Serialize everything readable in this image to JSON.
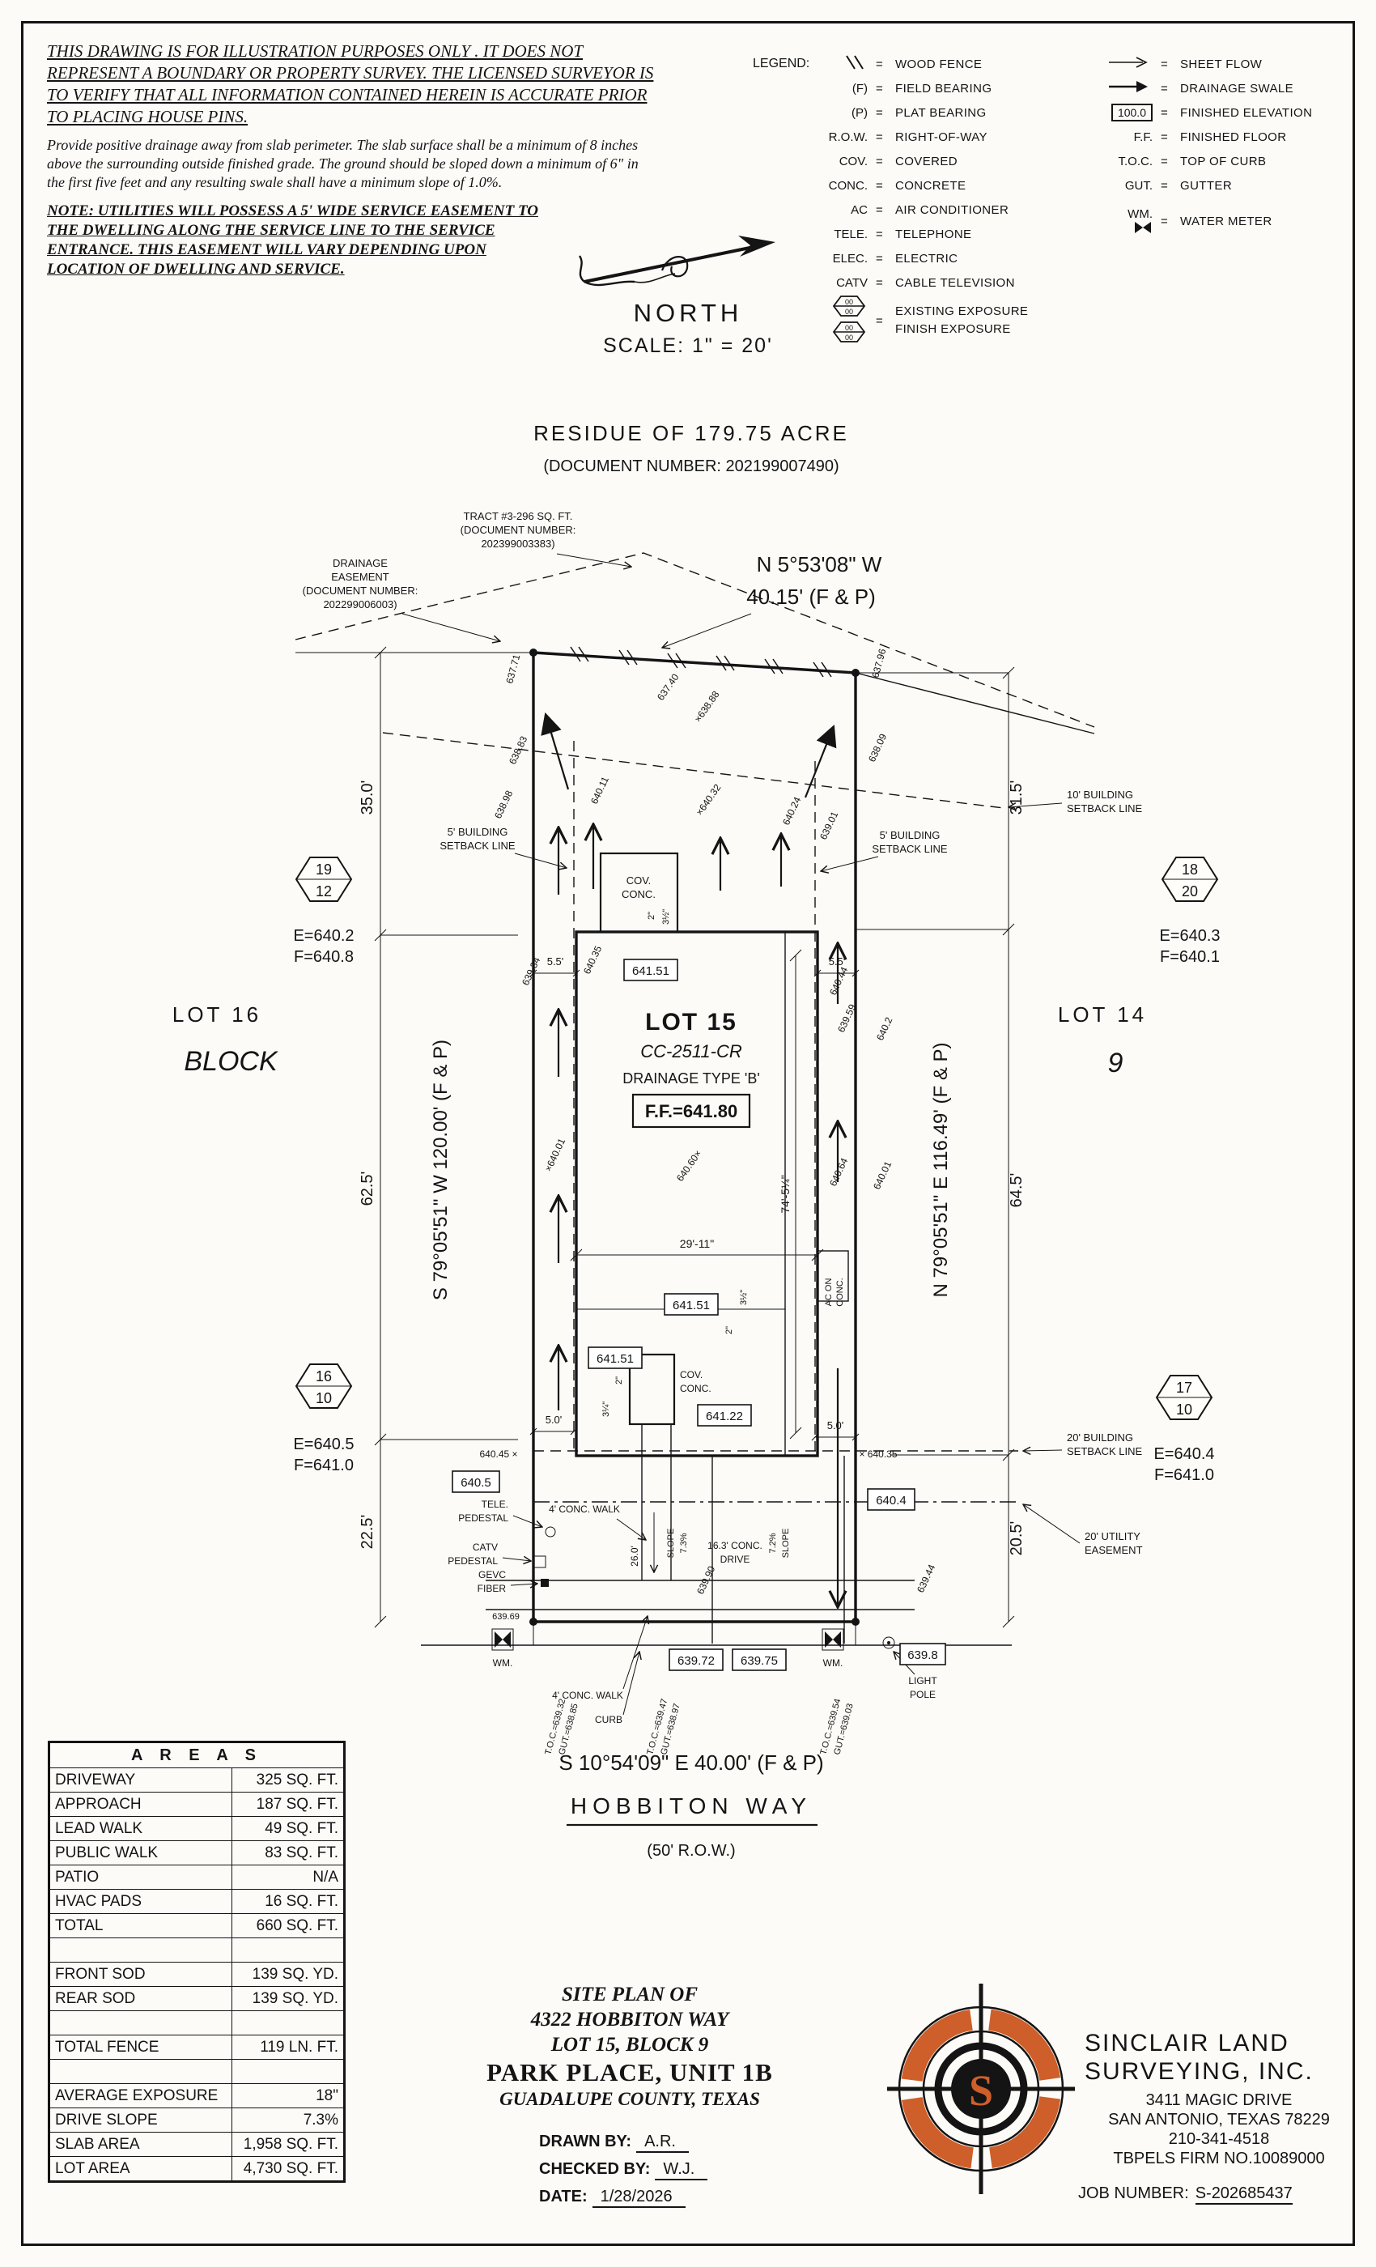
{
  "colors": {
    "accent_orange": "#CE5F2A",
    "ink": "#141414"
  },
  "disclaimer": {
    "para1": "THIS DRAWING IS FOR ILLUSTRATION PURPOSES ONLY . IT DOES NOT REPRESENT A BOUNDARY OR PROPERTY SURVEY. THE LICENSED SURVEYOR IS TO VERIFY THAT ALL INFORMATION CONTAINED HEREIN IS ACCURATE PRIOR TO PLACING HOUSE PINS.",
    "para2": "Provide positive drainage away from slab perimeter. The slab surface shall be a minimum of 8 inches above the surrounding outside finished grade. The ground should be sloped down a minimum of 6\" in the first five feet and any resulting swale shall have a minimum slope of 1.0%.",
    "para3": "NOTE: UTILITIES WILL POSSESS A 5' WIDE SERVICE EASEMENT TO THE DWELLING ALONG THE SERVICE LINE TO THE SERVICE ENTRANCE. THIS EASEMENT WILL VARY DEPENDING UPON LOCATION OF DWELLING AND SERVICE."
  },
  "compass": {
    "label": "NORTH",
    "scale": "SCALE: 1\" = 20'"
  },
  "legend": {
    "title": "LEGEND:",
    "eq": "=",
    "left": [
      {
        "label": "WOOD FENCE"
      },
      {
        "sym": "(F)",
        "label": "FIELD BEARING"
      },
      {
        "sym": "(P)",
        "label": "PLAT BEARING"
      },
      {
        "sym": "R.O.W.",
        "label": "RIGHT-OF-WAY"
      },
      {
        "sym": "COV.",
        "label": "COVERED"
      },
      {
        "sym": "CONC.",
        "label": "CONCRETE"
      },
      {
        "sym": "AC",
        "label": "AIR CONDITIONER"
      },
      {
        "sym": "TELE.",
        "label": "TELEPHONE"
      },
      {
        "sym": "ELEC.",
        "label": "ELECTRIC"
      },
      {
        "sym": "CATV",
        "label": "CABLE TELEVISION"
      },
      {
        "hex": "00",
        "label": "EXISTING EXPOSURE",
        "label2": "FINISH EXPOSURE"
      }
    ],
    "right": [
      {
        "label": "SHEET FLOW"
      },
      {
        "label": "DRAINAGE SWALE"
      },
      {
        "sym": "100.0",
        "label": "FINISHED ELEVATION"
      },
      {
        "sym": "F.F.",
        "label": "FINISHED FLOOR"
      },
      {
        "sym": "T.O.C.",
        "label": "TOP OF CURB"
      },
      {
        "sym": "GUT.",
        "label": "GUTTER"
      },
      {
        "sym": "WM.",
        "label": "WATER METER"
      }
    ]
  },
  "plat": {
    "residue_title": "RESIDUE OF 179.75 ACRE",
    "residue_doc": "(DOCUMENT NUMBER: 202199007490)",
    "tract_note": {
      "l1": "TRACT #3-296 SQ. FT.",
      "l2": "(DOCUMENT NUMBER:",
      "l3": "202399003383)"
    },
    "drain_note": {
      "l1": "DRAINAGE",
      "l2": "EASEMENT",
      "l3": "(DOCUMENT NUMBER:",
      "l4": "202299006003)"
    },
    "bearing_n1": "N 5°53'08\" W",
    "bearing_n2": "40.15' (F & P)",
    "bearing_w": "S 79°05'51\" W 120.00' (F & P)",
    "bearing_e": "N 79°05'51\" E 116.49' (F & P)",
    "bearing_s": "S 10°54'09\" E 40.00' (F & P)",
    "street": "HOBBITON WAY",
    "row_label": "(50' R.O.W.)",
    "lot16": "LOT 16",
    "block_word": "BLOCK",
    "lot14": "LOT 14",
    "block_num": "9",
    "lot15": "LOT 15",
    "plan_code": "CC-2511-CR",
    "drainage_type": "DRAINAGE TYPE 'B'",
    "ff": "F.F.=641.80",
    "setback10a": "10' BUILDING",
    "setback10b": "SETBACK LINE",
    "setback5a": "5' BUILDING",
    "setback5b": "SETBACK LINE",
    "setback20a": "20' BUILDING",
    "setback20b": "SETBACK LINE",
    "utila": "20' UTILITY",
    "utilb": "EASEMENT",
    "cov": "COV.",
    "conc": "CONC.",
    "acl1": "AC ON",
    "acl2": "CONC.",
    "tele1": "TELE.",
    "tele2": "PEDESTAL",
    "catv1": "CATV",
    "catv2": "PEDESTAL",
    "gevc1": "GEVC",
    "gevc2": "FIBER",
    "lp1": "LIGHT",
    "lp2": "POLE",
    "wm": "WM.",
    "walk": "4' CONC. WALK",
    "walk2": "4' CONC. WALK",
    "drive1": "16.3' CONC.",
    "drive2": "DRIVE",
    "curb": "CURB",
    "slope1a": "SLOPE",
    "slope1b": "7.3%",
    "slope2a": "7.2%",
    "slope2b": "SLOPE",
    "dim_l1": "35.0'",
    "dim_l2": "62.5'",
    "dim_l3": "22.5'",
    "dim_r1": "31.5'",
    "dim_r2": "64.5'",
    "dim_r3": "20.5'",
    "dim55l": "5.5'",
    "dim55r": "5.5'",
    "dim50l": "5.0'",
    "dim50r": "5.0'",
    "dim_w": "29'-11\"",
    "dim_h": "74'-5¼\"",
    "dim26": "26.0'",
    "hex": [
      {
        "a": "19",
        "b": "12",
        "e": "E=640.2",
        "f": "F=640.8"
      },
      {
        "a": "18",
        "b": "20",
        "e": "E=640.3",
        "f": "F=640.1"
      },
      {
        "a": "16",
        "b": "10",
        "e": "E=640.5",
        "f": "F=641.0"
      },
      {
        "a": "17",
        "b": "10",
        "e": "E=640.4",
        "f": "F=641.0"
      }
    ],
    "boxed": [
      "641.51",
      "641.51",
      "641.51",
      "641.22",
      "640.5",
      "640.4",
      "639.72",
      "639.75",
      "639.8"
    ],
    "spots": [
      "637.71",
      "637.40",
      "×638.88",
      "637.96",
      "638.83",
      "638.09",
      "638.98",
      "640.11",
      "×640.32",
      "640.24",
      "639.01",
      "639.34",
      "640.35",
      "640.44",
      "639.59",
      "640.2",
      "×640.01",
      "640.60×",
      "640.64",
      "640.01",
      "640.45 ×",
      "× 640.35",
      "639.90",
      "639.44",
      "639.69"
    ],
    "callouts": [
      "2\"",
      "3½\"",
      "2\"",
      "3½\"",
      "2\"",
      "3¼\""
    ],
    "toc": [
      {
        "a": "T.O.C.=639.32",
        "b": "GUT.=638.85"
      },
      {
        "a": "T.O.C.=639.47",
        "b": "GUT.=638.97"
      },
      {
        "a": "T.O.C.=639.54",
        "b": "GUT.=639.03"
      }
    ]
  },
  "areas": {
    "title": "A R E A S",
    "rows": [
      [
        "DRIVEWAY",
        "325 SQ. FT."
      ],
      [
        "APPROACH",
        "187 SQ. FT."
      ],
      [
        "LEAD WALK",
        "49 SQ. FT."
      ],
      [
        "PUBLIC WALK",
        "83 SQ. FT."
      ],
      [
        "PATIO",
        "N/A"
      ],
      [
        "HVAC PADS",
        "16 SQ. FT."
      ],
      [
        "TOTAL",
        "660 SQ. FT."
      ],
      [
        "",
        ""
      ],
      [
        "FRONT SOD",
        "139 SQ. YD."
      ],
      [
        "REAR SOD",
        "139 SQ. YD."
      ],
      [
        "",
        ""
      ],
      [
        "TOTAL FENCE",
        "119 LN. FT."
      ],
      [
        "",
        ""
      ],
      [
        "AVERAGE EXPOSURE",
        "18\""
      ],
      [
        "DRIVE SLOPE",
        "7.3%"
      ],
      [
        "SLAB AREA",
        "1,958 SQ. FT."
      ],
      [
        "LOT AREA",
        "4,730 SQ. FT."
      ]
    ]
  },
  "titleblock": {
    "l1": "SITE PLAN OF",
    "l2": "4322 HOBBITON WAY",
    "l3": "LOT 15, BLOCK 9",
    "l4": "PARK PLACE, UNIT 1B",
    "l5": "GUADALUPE COUNTY, TEXAS",
    "drawn_label": "DRAWN BY:",
    "drawn": "A.R.",
    "checked_label": "CHECKED BY:",
    "checked": "W.J.",
    "date_label": "DATE:",
    "date": "1/28/2026"
  },
  "company": {
    "logo_letter": "S",
    "name1": "SINCLAIR LAND",
    "name2": "SURVEYING, INC.",
    "addr1": "3411 MAGIC DRIVE",
    "addr2": "SAN ANTONIO, TEXAS 78229",
    "phone": "210-341-4518",
    "firm": "TBPELS FIRM NO.10089000",
    "job_label": "JOB NUMBER:",
    "job": "S-202685437"
  }
}
